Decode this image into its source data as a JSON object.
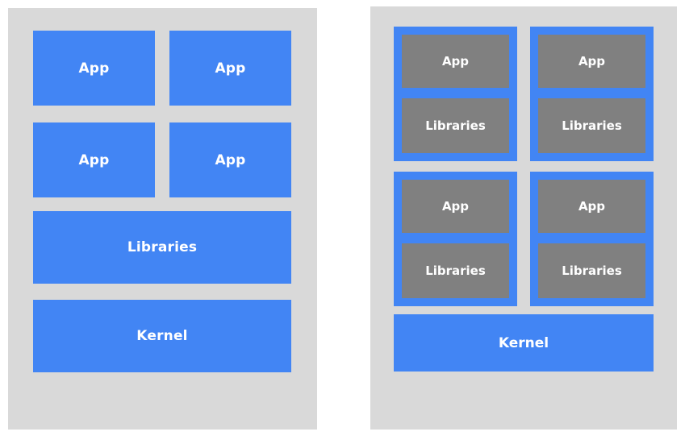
{
  "diagram": {
    "type": "architecture-comparison",
    "background_color": "#ffffff",
    "panel_color": "#d9d9d9",
    "blue_color": "#4285f4",
    "gray_color": "#808080",
    "text_color": "#ffffff",
    "panels": [
      {
        "id": "traditional",
        "rows": [
          {
            "kind": "app-row",
            "boxes": [
              {
                "label": "App",
                "fill": "blue"
              },
              {
                "label": "App",
                "fill": "blue"
              }
            ]
          },
          {
            "kind": "app-row",
            "boxes": [
              {
                "label": "App",
                "fill": "blue"
              },
              {
                "label": "App",
                "fill": "blue"
              }
            ]
          },
          {
            "kind": "full-row",
            "boxes": [
              {
                "label": "Libraries",
                "fill": "blue"
              }
            ]
          },
          {
            "kind": "full-row",
            "boxes": [
              {
                "label": "Kernel",
                "fill": "blue"
              }
            ]
          }
        ]
      },
      {
        "id": "containerized",
        "containers": [
          {
            "app_label": "App",
            "lib_label": "Libraries"
          },
          {
            "app_label": "App",
            "lib_label": "Libraries"
          },
          {
            "app_label": "App",
            "lib_label": "Libraries"
          },
          {
            "app_label": "App",
            "lib_label": "Libraries"
          }
        ],
        "kernel": {
          "label": "Kernel",
          "fill": "blue"
        }
      }
    ]
  }
}
